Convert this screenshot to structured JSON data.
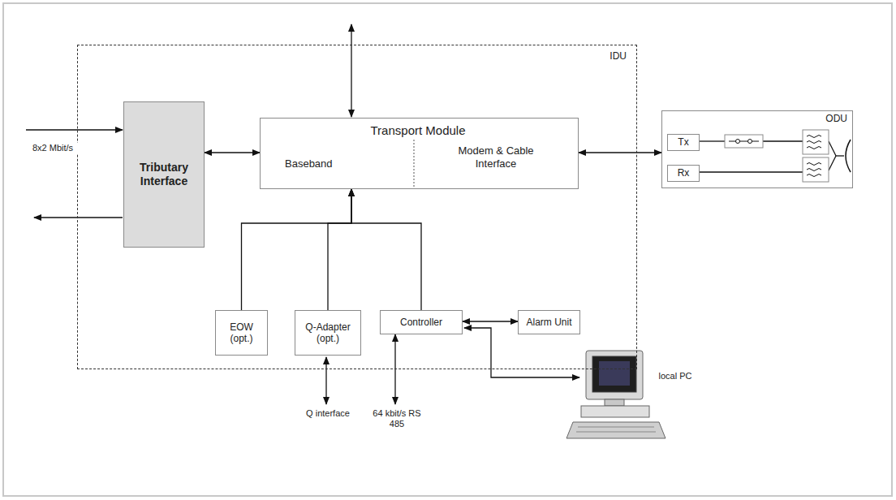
{
  "diagram": {
    "nodes": [
      {
        "text": [
          "IDU"
        ]
      },
      {
        "text": [
          "Tributary Interface"
        ],
        "in": 0
      },
      {
        "text": [
          "Transport Module",
          "Baseband",
          "Modem & Cable Interface"
        ],
        "in": 0
      },
      {
        "text": [
          "EOW (opt.)"
        ],
        "in": 0
      },
      {
        "text": [
          "Q-Adapter (opt.)"
        ],
        "in": 0
      },
      {
        "text": [
          "Controller"
        ],
        "in": 0
      },
      {
        "text": [
          "Alarm Unit"
        ],
        "in": 0
      },
      {
        "text": [
          "ODU"
        ]
      },
      {
        "text": [
          "Tx"
        ],
        "in": 7
      },
      {
        "text": [
          "Rx"
        ],
        "in": 7
      }
    ],
    "edges": [
      {
        "from": 1,
        "to": 2,
        "arrow": "both"
      },
      {
        "from": 2,
        "to": 7,
        "arrow": "both"
      },
      {
        "from": 3,
        "to": 2,
        "arrow": "to"
      },
      {
        "from": 4,
        "to": 2,
        "arrow": "to"
      },
      {
        "from": 5,
        "to": 2,
        "arrow": "to"
      },
      {
        "from": 5,
        "to": 6,
        "arrow": "both"
      }
    ],
    "labels": [
      "8x2 Mbit/s",
      "Q interface",
      "64 kbit/s RS 485",
      "local PC"
    ]
  }
}
